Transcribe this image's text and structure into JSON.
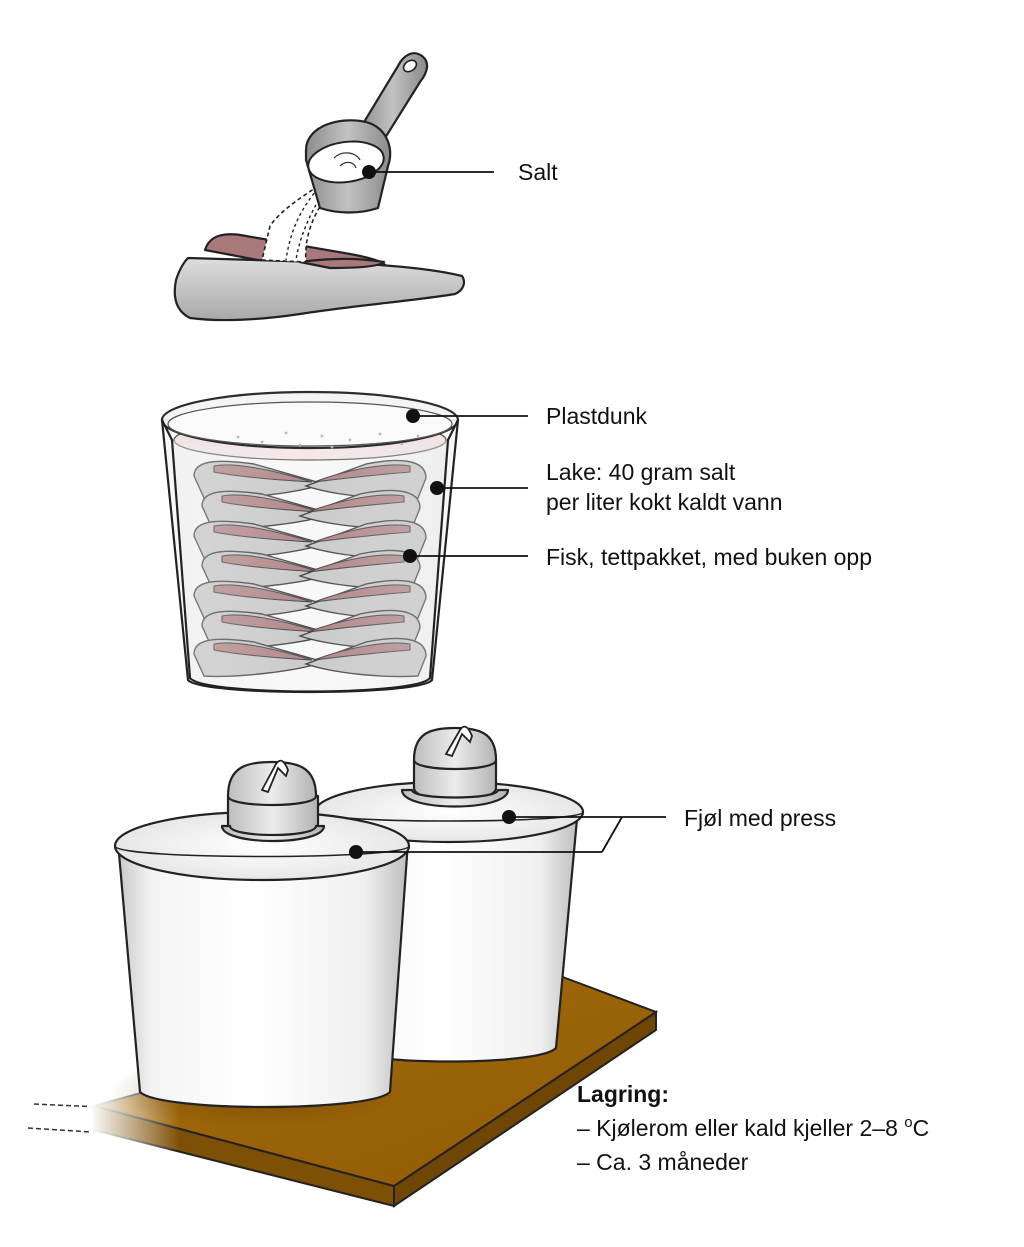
{
  "labels": {
    "salt": "Salt",
    "plastdunk": "Plastdunk",
    "lake_line1": "Lake: 40 gram salt",
    "lake_line2": "per liter kokt kaldt vann",
    "fisk": "Fisk, tettpakket, med buken opp",
    "fjol": "Fjøl med press"
  },
  "storage": {
    "heading": "Lagring:",
    "line1_text": "– Kjølerom eller kald kjeller 2–8 ",
    "line1_degree": "o",
    "line1_unit": "C",
    "line2": "– Ca. 3 måneder"
  },
  "colors": {
    "fish_body": "#c4c4c4",
    "fish_flesh": "#a8787a",
    "board": "#9a6308",
    "bucket": "#ffffff",
    "scoop": "#9e9e9e"
  }
}
